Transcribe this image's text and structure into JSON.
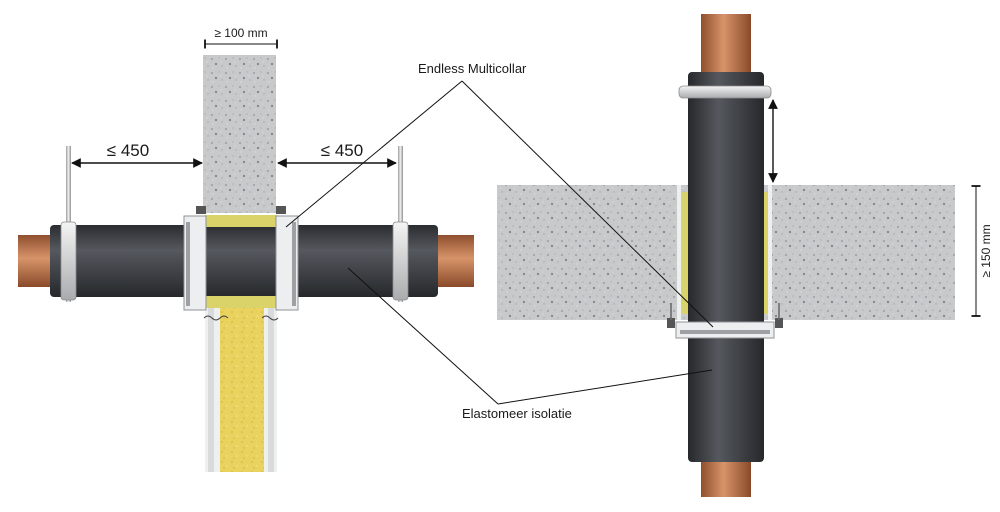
{
  "labels": {
    "wall_thickness": "≥ 100 mm",
    "spacing_left": "≤ 450",
    "spacing_right": "≤ 450",
    "collar": "Endless  Multicollar",
    "insulation": "Elastomeer isolatie",
    "floor_thickness": "≥ 150 mm"
  },
  "colors": {
    "copper": "#b9714a",
    "insulation": "#3a3d42",
    "concrete": "#c9cbcd",
    "mineral_wool": "#e8d35a"
  }
}
